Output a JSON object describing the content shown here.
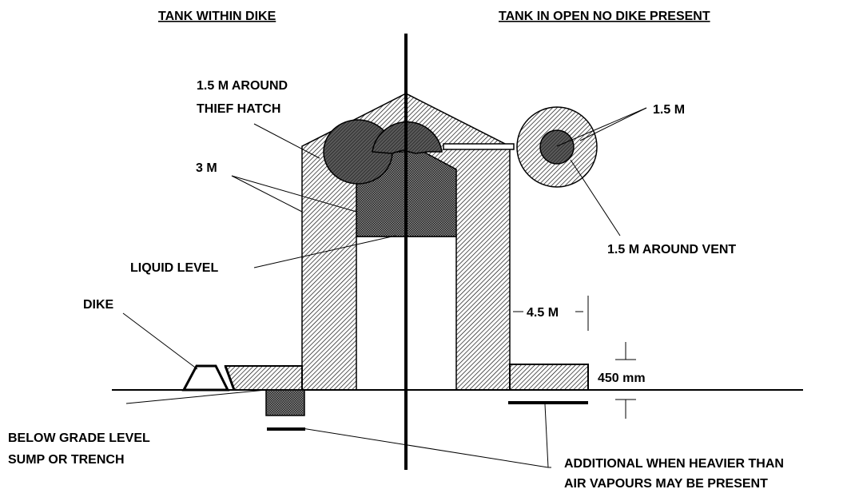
{
  "headers": {
    "left": "TANK WITHIN DIKE",
    "right": "TANK IN OPEN NO DIKE PRESENT"
  },
  "labels": {
    "thief_hatch_line1": "1.5 M AROUND",
    "thief_hatch_line2": "THIEF HATCH",
    "three_m": "3 M",
    "liquid_level": "LIQUID LEVEL",
    "dike": "DIKE",
    "below_grade_line1": "BELOW GRADE LEVEL",
    "below_grade_line2": "SUMP OR TRENCH",
    "one_five_m": "1.5 M",
    "around_vent": "1.5 M AROUND VENT",
    "four_five_m": "4.5 M",
    "four_fifty_mm": "450 mm",
    "additional_line1": "ADDITIONAL WHEN HEAVIER THAN",
    "additional_line2": "AIR VAPOURS MAY BE PRESENT"
  }
}
